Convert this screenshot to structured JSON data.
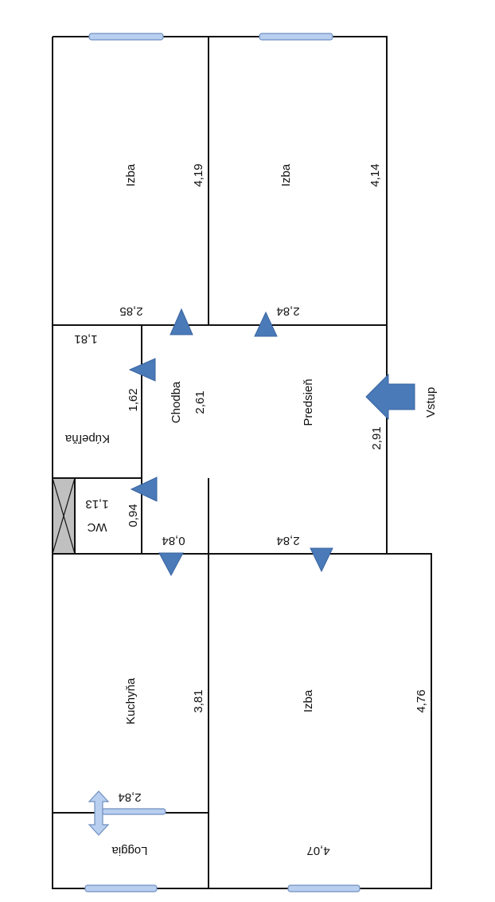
{
  "rooms": {
    "izba_top_left": {
      "name": "Izba",
      "length": "4,19",
      "width": "2,85"
    },
    "izba_top_right": {
      "name": "Izba",
      "length": "4,14",
      "width": "2,84"
    },
    "kupelna": {
      "name": "Kúpeľňa",
      "length": "1,62",
      "width": "1,81"
    },
    "wc": {
      "name": "WC",
      "length": "0,94",
      "width": "1,13"
    },
    "chodba": {
      "name": "Chodba",
      "length": "2,61",
      "width": "0,84"
    },
    "predsien": {
      "name": "Predsieň",
      "length": "2,91",
      "width": "2,84"
    },
    "kuchyna": {
      "name": "Kuchyňa",
      "length": "3,81",
      "width": "2,84"
    },
    "izba_bottom": {
      "name": "Izba",
      "length": "4,76",
      "width": "4,07"
    },
    "loggia": {
      "name": "Loggia"
    }
  },
  "entrance": {
    "label": "Vstup"
  },
  "colors": {
    "arrow": "#4a7ab8",
    "window": "#b9cff0",
    "shaft": "#c0c0c0"
  }
}
